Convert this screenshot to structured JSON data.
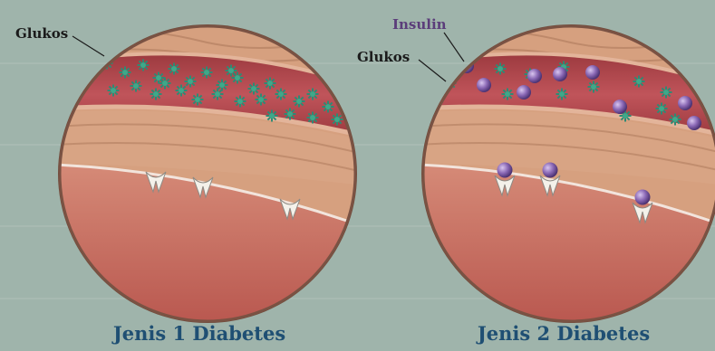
{
  "labels": {
    "glukos_left": "Glukos",
    "glukos_right": "Glukos",
    "insulin": "Insulin"
  },
  "captions": {
    "left": "Jenis 1 Diabetes",
    "right": "Jenis 2 Diabetes"
  },
  "colors": {
    "background": "#9fb4ab",
    "blood": "#b3464c",
    "tissue": "#d6a07f",
    "lower_tissue": "#c9726a",
    "glucose": "#2f8a74",
    "insulin": "#7a5aa3",
    "caption": "#1f4f73"
  },
  "icons": {
    "glucose": "glucose-star-icon",
    "insulin": "insulin-ball-icon",
    "receptor": "receptor-icon"
  }
}
